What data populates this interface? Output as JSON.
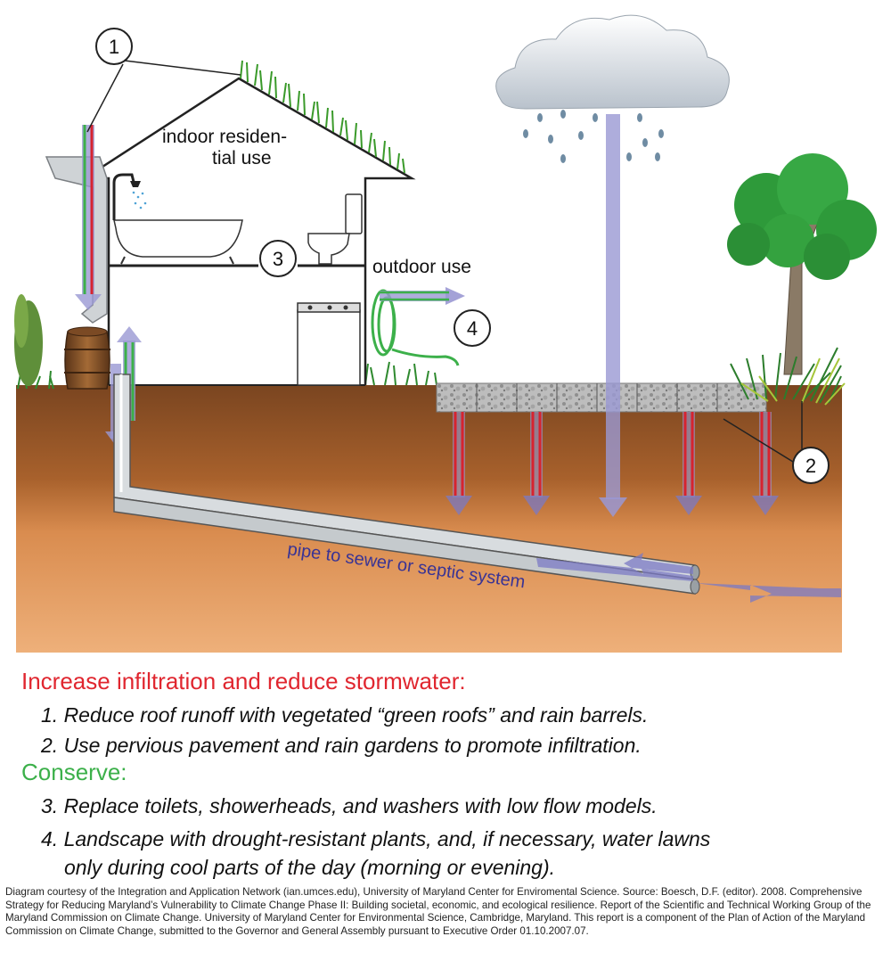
{
  "diagram": {
    "labels": {
      "indoor_line1": "indoor residen-",
      "indoor_line2": "tial use",
      "outdoor": "outdoor use",
      "pipe": "pipe to sewer or septic system"
    },
    "markers": [
      "1",
      "2",
      "3",
      "4"
    ],
    "colors": {
      "soil_top": "#7a4520",
      "soil_bottom": "#e7a46a",
      "rain_arrow": "#9a98d3",
      "infiltration_red": "#d7232f",
      "conserve_green": "#3cb04a",
      "pipe_text": "#3a3494"
    }
  },
  "legend": {
    "infiltration": {
      "heading": "Increase infiltration and reduce stormwater:",
      "color": "#e0262f",
      "items": [
        "1. Reduce roof runoff with vegetated “green roofs” and rain barrels.",
        "2. Use pervious pavement and rain gardens to promote infiltration."
      ]
    },
    "conserve": {
      "heading": "Conserve:",
      "color": "#3cb04a",
      "items": [
        "3. Replace toilets, showerheads, and washers with low flow models.",
        "4. Landscape with drought-resistant plants, and, if necessary, water lawns",
        "only during cool parts of the day (morning or evening)."
      ]
    }
  },
  "credit": "Diagram courtesy of the Integration and Application Network (ian.umces.edu), University of Maryland Center for Enviromental Science. Source: Boesch, D.F. (editor). 2008. Comprehensive Strategy for Reducing Maryland’s Vulnerability to Climate Change Phase II: Building societal, economic, and ecological resilience. Report of the Scientific and Technical Working Group of the Maryland Commission on Climate Change. University of Maryland Center for Environmental Science, Cambridge, Maryland. This report is a component of the Plan of Action of the Maryland Commission on Climate Change, submitted to the Governor and General Assembly pursuant to Executive Order 01.10.2007.07."
}
